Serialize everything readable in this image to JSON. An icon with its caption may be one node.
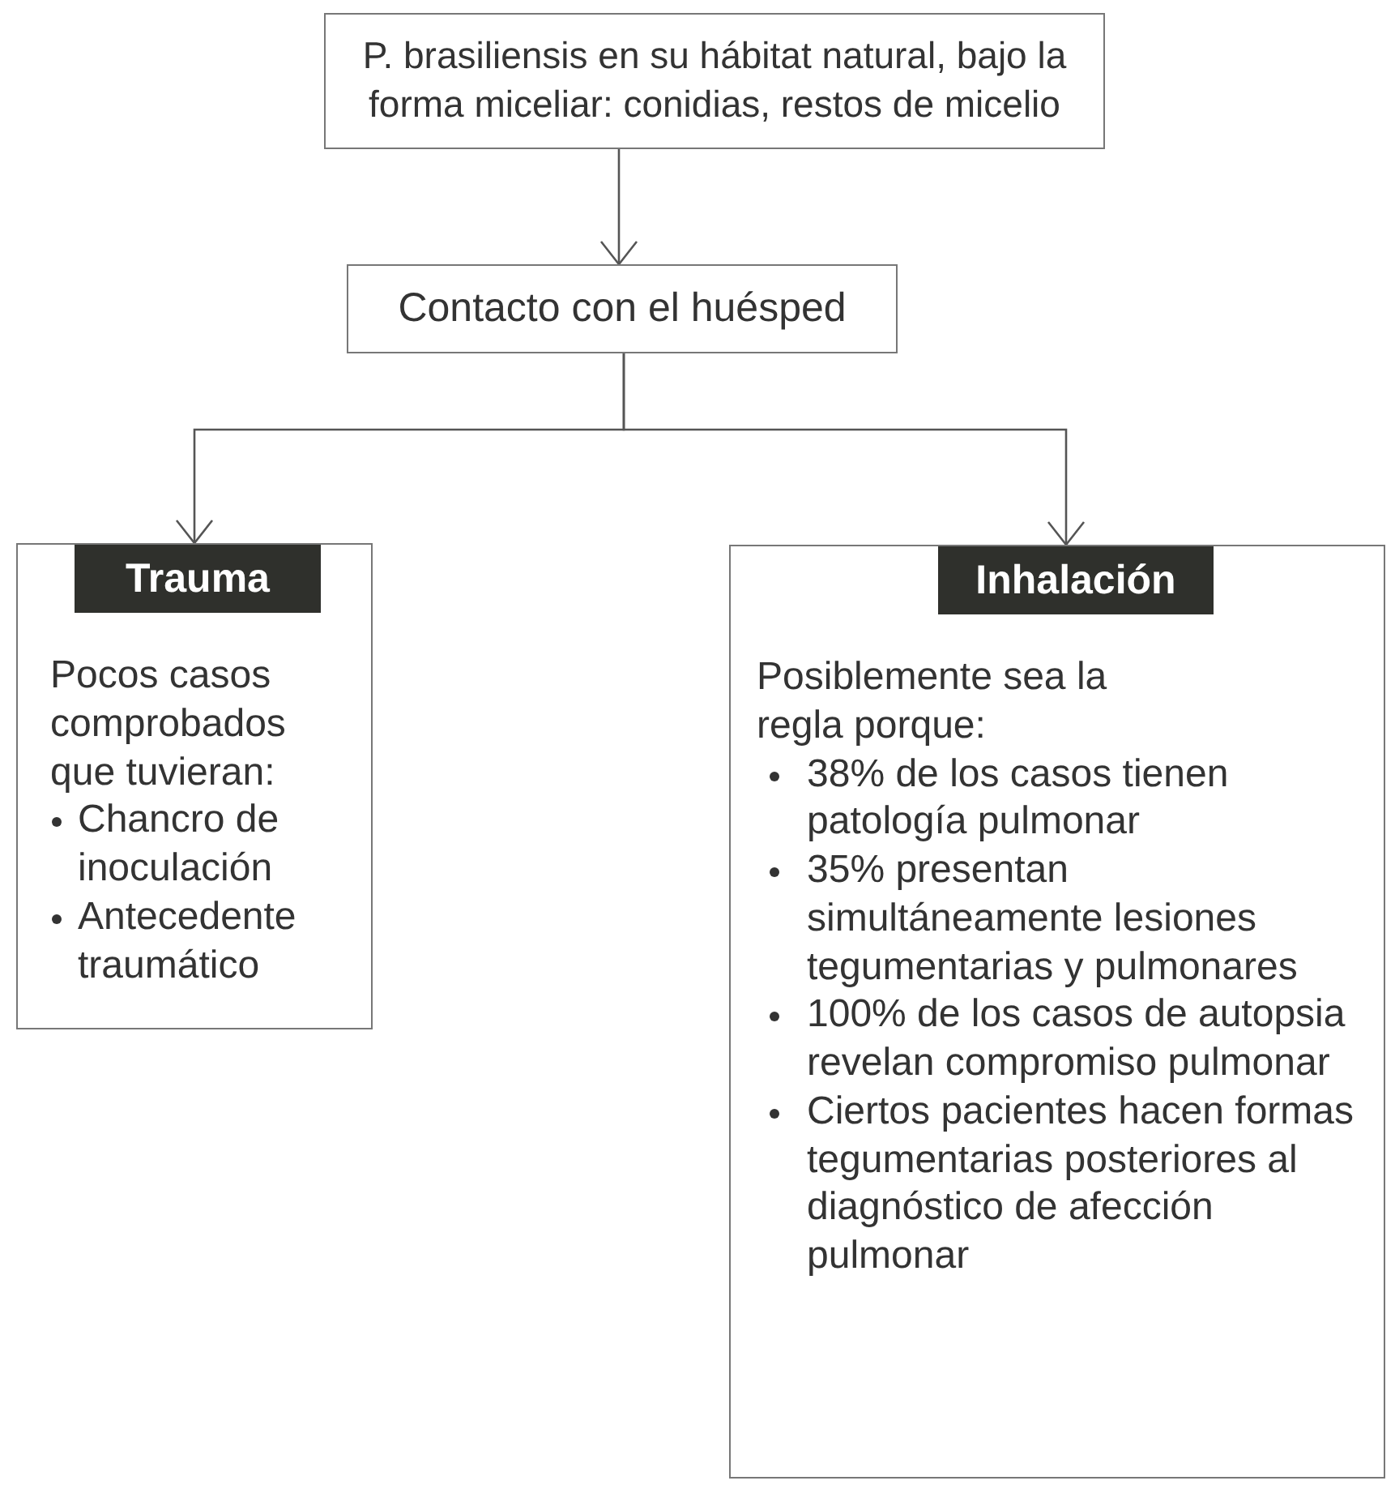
{
  "diagram": {
    "nodes": [
      {
        "text": [
          "P. brasiliensis en su hábitat natural, bajo la forma miceliar: conidias, restos de micelio"
        ]
      },
      {
        "text": [
          "Contacto con el huésped"
        ]
      },
      {
        "text": [
          "Trauma",
          "Pocos casos comprobados que tuvieran:",
          "Chancro de inoculación",
          "Antecedente traumático"
        ]
      },
      {
        "text": [
          "Inhalación",
          "Posiblemente sea la regla porque:",
          "38% de los casos tienen patología pulmonar",
          "35% presentan simultáneamente lesiones tegumentarias y pulmonares",
          "100% de los casos de autopsia revelan compromiso pulmonar",
          "Ciertos pacientes hacen formas tegumentarias posteriores al diagnóstico de afección pulmonar"
        ]
      }
    ],
    "edges": [
      {
        "from": 0,
        "to": 1,
        "arrow": "to"
      },
      {
        "from": 1,
        "to": 2,
        "arrow": "to"
      },
      {
        "from": 1,
        "to": 3,
        "arrow": "to"
      }
    ]
  }
}
